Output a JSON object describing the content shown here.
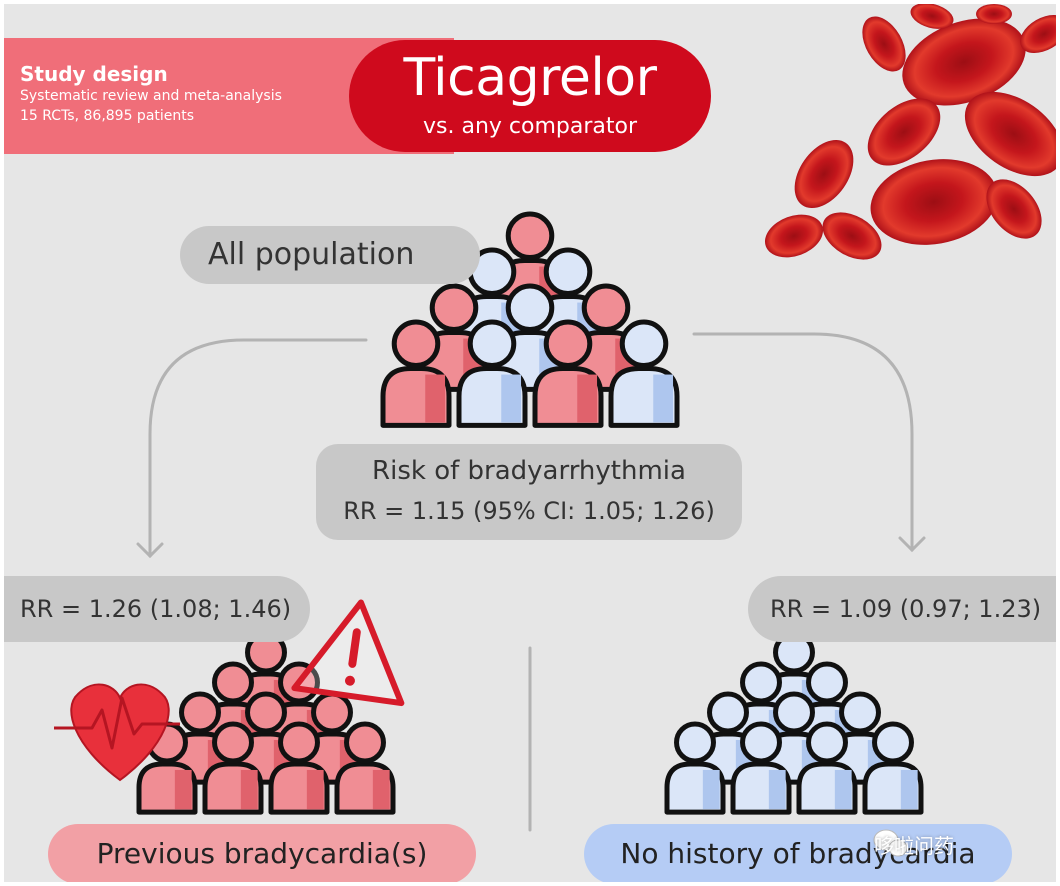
{
  "study": {
    "label": "Study design",
    "line1": "Systematic review and meta-analysis",
    "line2": "15 RCTs, 86,895 patients"
  },
  "drug": {
    "name": "Ticagrelor",
    "comparator": "vs. any comparator"
  },
  "population": {
    "label": "All population"
  },
  "overall": {
    "title": "Risk of bradyarrhythmia",
    "rr": "RR = 1.15 (95% CI: 1.05; 1.26)"
  },
  "subgroups": {
    "previous": {
      "rr": "RR = 1.26 (1.08; 1.46)",
      "label": "Previous bradycardia(s)"
    },
    "no_history": {
      "rr": "RR = 1.09 (0.97; 1.23)",
      "label": "No history of bradycardia"
    }
  },
  "watermark": "哆啦问药",
  "icons": {
    "warning": "warning-triangle-icon",
    "heart": "heartbeat-icon",
    "cells": "red-blood-cells-image",
    "crowd": "people-crowd-icon",
    "arrow": "curved-arrow-icon",
    "wechat": "wechat-icon"
  },
  "colors": {
    "brand_red": "#cf0a1d",
    "band_pink": "#f06e79",
    "pill_gray": "#c8c8c8",
    "pink_person": "#f08d94",
    "blue_person": "#dbe6f8",
    "no_history_blue": "#b5ccf5",
    "previous_pink": "#f2a0a5"
  }
}
